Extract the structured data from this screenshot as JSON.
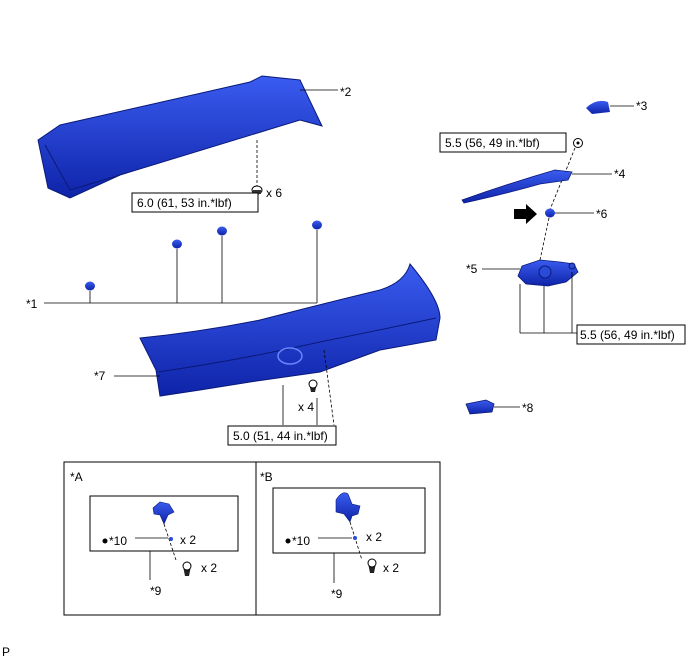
{
  "callouts": {
    "c1": "*1",
    "c2": "*2",
    "c3": "*3",
    "c4": "*4",
    "c5": "*5",
    "c6": "*6",
    "c7": "*7",
    "c8": "*8",
    "c9a": "*9",
    "c9b": "*9",
    "c10a": "*10",
    "c10b": "*10"
  },
  "torques": {
    "t1": "6.0 (61, 53 in.*lbf)",
    "t2": "5.5 (56, 49 in.*lbf)",
    "t3": "5.5 (56, 49 in.*lbf)",
    "t4": "5.0 (51, 44 in.*lbf)"
  },
  "quantities": {
    "q_nut6": "x 6",
    "q_screw4": "x 4",
    "q_a_clip": "x 2",
    "q_a_screw": "x 2",
    "q_b_clip": "x 2",
    "q_b_screw": "x 2"
  },
  "views": {
    "a": "*A",
    "b": "*B"
  },
  "page_code": "P",
  "colors": {
    "part_blue": "#1f3fc7",
    "part_dark": "#0d1f8a",
    "line": "#000000"
  }
}
